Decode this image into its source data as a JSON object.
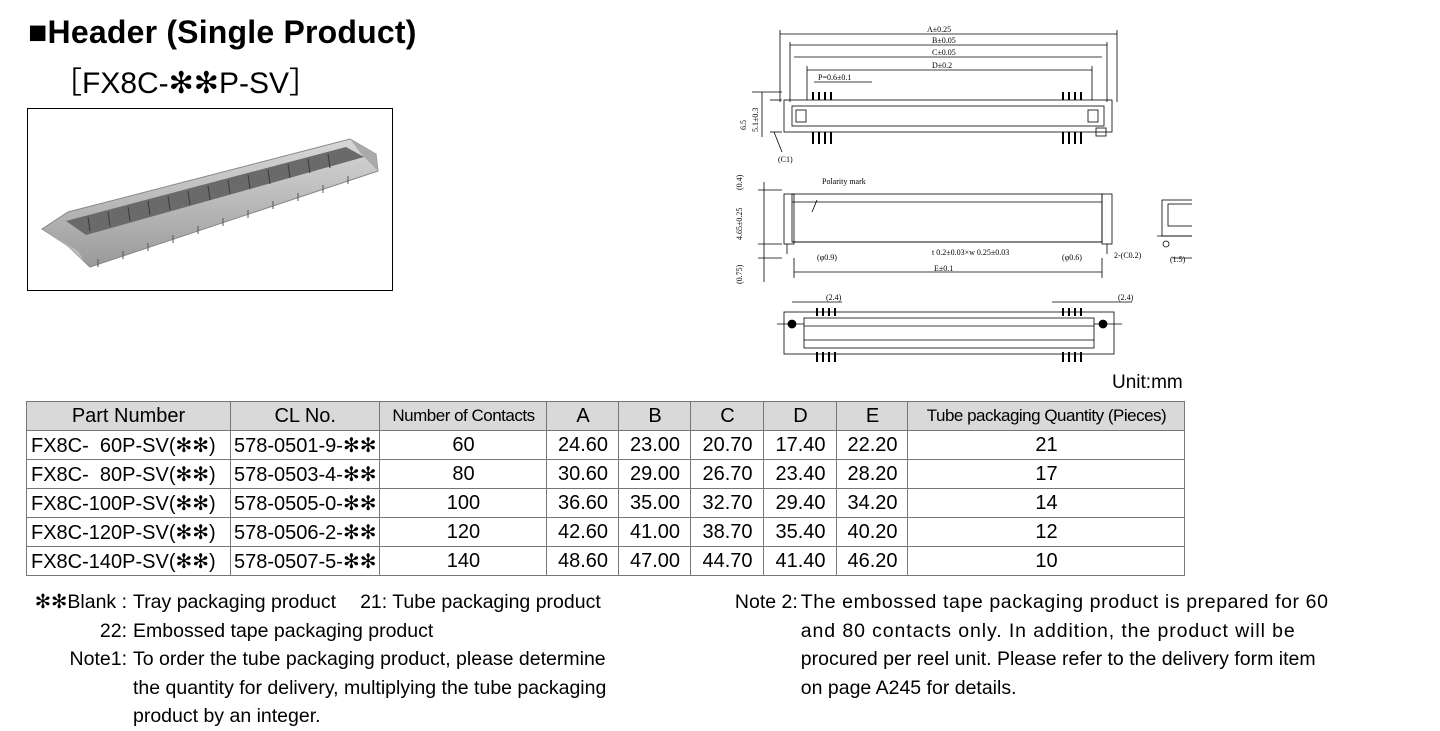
{
  "header": {
    "title": "■Header (Single Product)",
    "subtitle": "［FX8C-✻✻P-SV］"
  },
  "drawing": {
    "dim_A": "A±0.25",
    "dim_B": "B±0.05",
    "dim_C": "C±0.05",
    "dim_D": "D±0.2",
    "dim_P": "P=0.6±0.1",
    "dim_65": "6.5",
    "dim_51": "5.1±0.3",
    "dim_C1": "(C1)",
    "dim_04": "(0.4)",
    "polarity": "Polarity mark",
    "dim_465": "4.65±0.25",
    "dim_075": "(0.75)",
    "dim_phi09": "(φ0.9)",
    "dim_t": "t 0.2±0.03×w 0.25±0.03",
    "dim_phi06": "(φ0.6)",
    "dim_c02": "2-(C0.2)",
    "dim_15": "(1.5)",
    "dim_E": "E±0.1",
    "dim_24a": "(2.4)",
    "dim_24b": "(2.4)"
  },
  "unit": "Unit:mm",
  "table": {
    "headers": [
      "Part Number",
      "CL No.",
      "Number of Contacts",
      "A",
      "B",
      "C",
      "D",
      "E",
      "Tube packaging Quantity (Pieces)"
    ],
    "rows": [
      [
        "FX8C-  60P-SV(✻✻)",
        "578-0501-9-✻✻",
        "60",
        "24.60",
        "23.00",
        "20.70",
        "17.40",
        "22.20",
        "21"
      ],
      [
        "FX8C-  80P-SV(✻✻)",
        "578-0503-4-✻✻",
        "80",
        "30.60",
        "29.00",
        "26.70",
        "23.40",
        "28.20",
        "17"
      ],
      [
        "FX8C-100P-SV(✻✻)",
        "578-0505-0-✻✻",
        "100",
        "36.60",
        "35.00",
        "32.70",
        "29.40",
        "34.20",
        "14"
      ],
      [
        "FX8C-120P-SV(✻✻)",
        "578-0506-2-✻✻",
        "120",
        "42.60",
        "41.00",
        "38.70",
        "35.40",
        "40.20",
        "12"
      ],
      [
        "FX8C-140P-SV(✻✻)",
        "578-0507-5-✻✻",
        "140",
        "48.60",
        "47.00",
        "44.70",
        "41.40",
        "46.20",
        "10"
      ]
    ]
  },
  "notes_left": {
    "blank_label": "✻✻Blank :",
    "blank_text": "Tray packaging product",
    "tube_text": "21: Tube packaging product",
    "emb_label": "22:",
    "emb_text": "Embossed tape packaging product",
    "note1_label": "Note1:",
    "note1_line1": "To order the tube packaging product, please determine",
    "note1_line2": "the quantity for delivery, multiplying the tube packaging",
    "note1_line3": "product by an integer."
  },
  "notes_right": {
    "note2_label": "Note 2:",
    "line1": "The embossed tape packaging product is prepared for 60",
    "line2": "and 80 contacts only. In addition, the product will be",
    "line3": "procured per reel unit. Please refer to the delivery form item",
    "line4": "on page A245 for details."
  }
}
